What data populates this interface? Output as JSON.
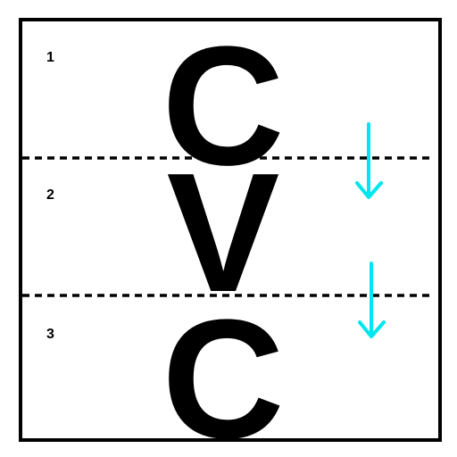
{
  "rows": [
    {
      "number": "1",
      "letter": "C"
    },
    {
      "number": "2",
      "letter": "V"
    },
    {
      "number": "3",
      "letter": "C"
    }
  ],
  "colors": {
    "frame": "#000000",
    "divider": "#000000",
    "arrow": "#00e5ee"
  },
  "icons": [
    "down-arrow-icon",
    "down-arrow-icon"
  ]
}
